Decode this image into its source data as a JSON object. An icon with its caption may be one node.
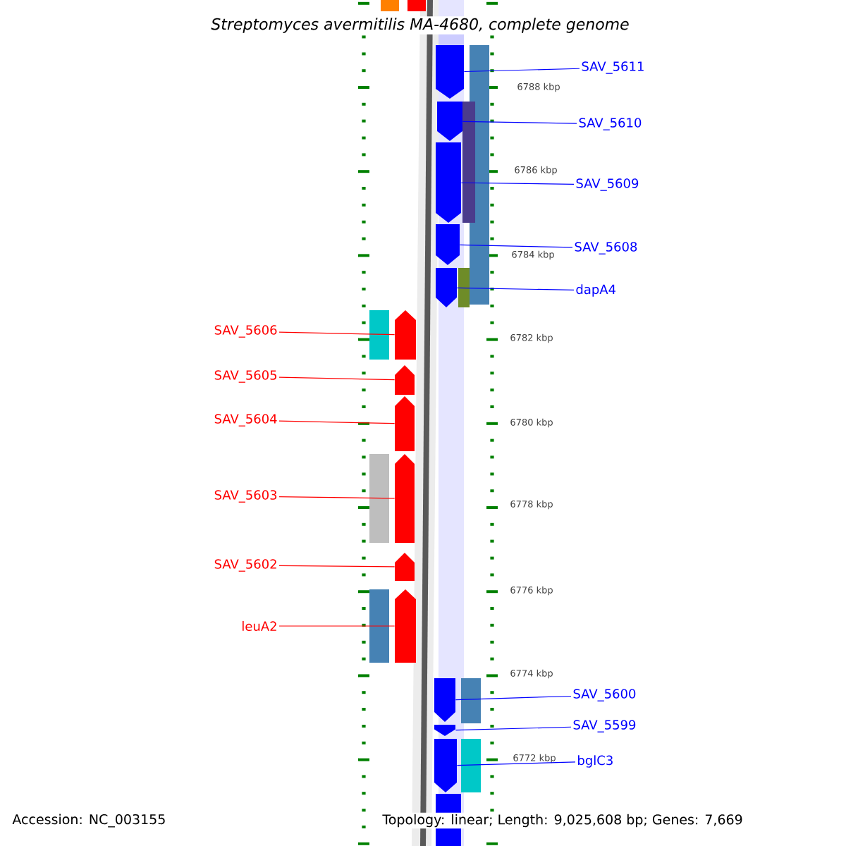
{
  "diagram": {
    "title": "Streptomyces avermitilis MA-4680, complete genome",
    "nodes": [
      {
        "text": [
          "SAV_5611"
        ]
      },
      {
        "text": [
          "SAV_5610"
        ]
      },
      {
        "text": [
          "SAV_5609"
        ]
      },
      {
        "text": [
          "SAV_5608"
        ]
      },
      {
        "text": [
          "dapA4"
        ]
      },
      {
        "text": [
          "SAV_5600"
        ]
      },
      {
        "text": [
          "SAV_5599"
        ]
      },
      {
        "text": [
          "bglC3"
        ]
      },
      {
        "text": [
          "SAV_5606"
        ]
      },
      {
        "text": [
          "SAV_5605"
        ]
      },
      {
        "text": [
          "SAV_5604"
        ]
      },
      {
        "text": [
          "SAV_5603"
        ]
      },
      {
        "text": [
          "SAV_5602"
        ]
      },
      {
        "text": [
          "leuA2"
        ]
      },
      {
        "text": [],
        "shape": "pentagon"
      },
      {
        "text": [],
        "shape": "pentagon"
      },
      {
        "text": [],
        "shape": "pentagon"
      },
      {
        "text": [],
        "shape": "pentagon"
      },
      {
        "text": [],
        "shape": "pentagon"
      },
      {
        "text": [],
        "shape": "pentagon"
      },
      {
        "text": [],
        "shape": "pentagon"
      },
      {
        "text": [],
        "shape": "pentagon"
      },
      {
        "text": [],
        "shape": "pentagon"
      },
      {
        "text": [],
        "shape": "pentagon"
      },
      {
        "text": [],
        "shape": "pentagon"
      },
      {
        "text": [],
        "shape": "pentagon"
      },
      {
        "text": [],
        "shape": "pentagon"
      },
      {
        "text": [],
        "shape": "pentagon"
      }
    ],
    "edges": [
      {
        "from": 0,
        "to": 14,
        "arrow": "none"
      },
      {
        "from": 1,
        "to": 15,
        "arrow": "none"
      },
      {
        "from": 2,
        "to": 16,
        "arrow": "none"
      },
      {
        "from": 3,
        "to": 17,
        "arrow": "none"
      },
      {
        "from": 4,
        "to": 18,
        "arrow": "none"
      },
      {
        "from": 5,
        "to": 19,
        "arrow": "none"
      },
      {
        "from": 6,
        "to": 20,
        "arrow": "none"
      },
      {
        "from": 7,
        "to": 21,
        "arrow": "none"
      },
      {
        "from": 8,
        "to": 22,
        "arrow": "none",
        "color": "#ff0000"
      },
      {
        "from": 9,
        "to": 23,
        "arrow": "none",
        "color": "#ff0000"
      },
      {
        "from": 10,
        "to": 24,
        "arrow": "none",
        "color": "#ff0000"
      },
      {
        "from": 11,
        "to": 25,
        "arrow": "none",
        "color": "#ff0000"
      },
      {
        "from": 12,
        "to": 26,
        "arrow": "none",
        "color": "#ff0000"
      },
      {
        "from": 13,
        "to": 27,
        "arrow": "none",
        "color": "#ff0000"
      }
    ],
    "labels": [
      "6788 kbp",
      "6786 kbp",
      "6784 kbp",
      "6782 kbp",
      "6780 kbp",
      "6778 kbp",
      "6776 kbp",
      "6774 kbp",
      "6772 kbp",
      "Accession: NC_003155",
      "Topology: linear; Length: 9,025,608 bp; Genes: 7,669"
    ]
  }
}
